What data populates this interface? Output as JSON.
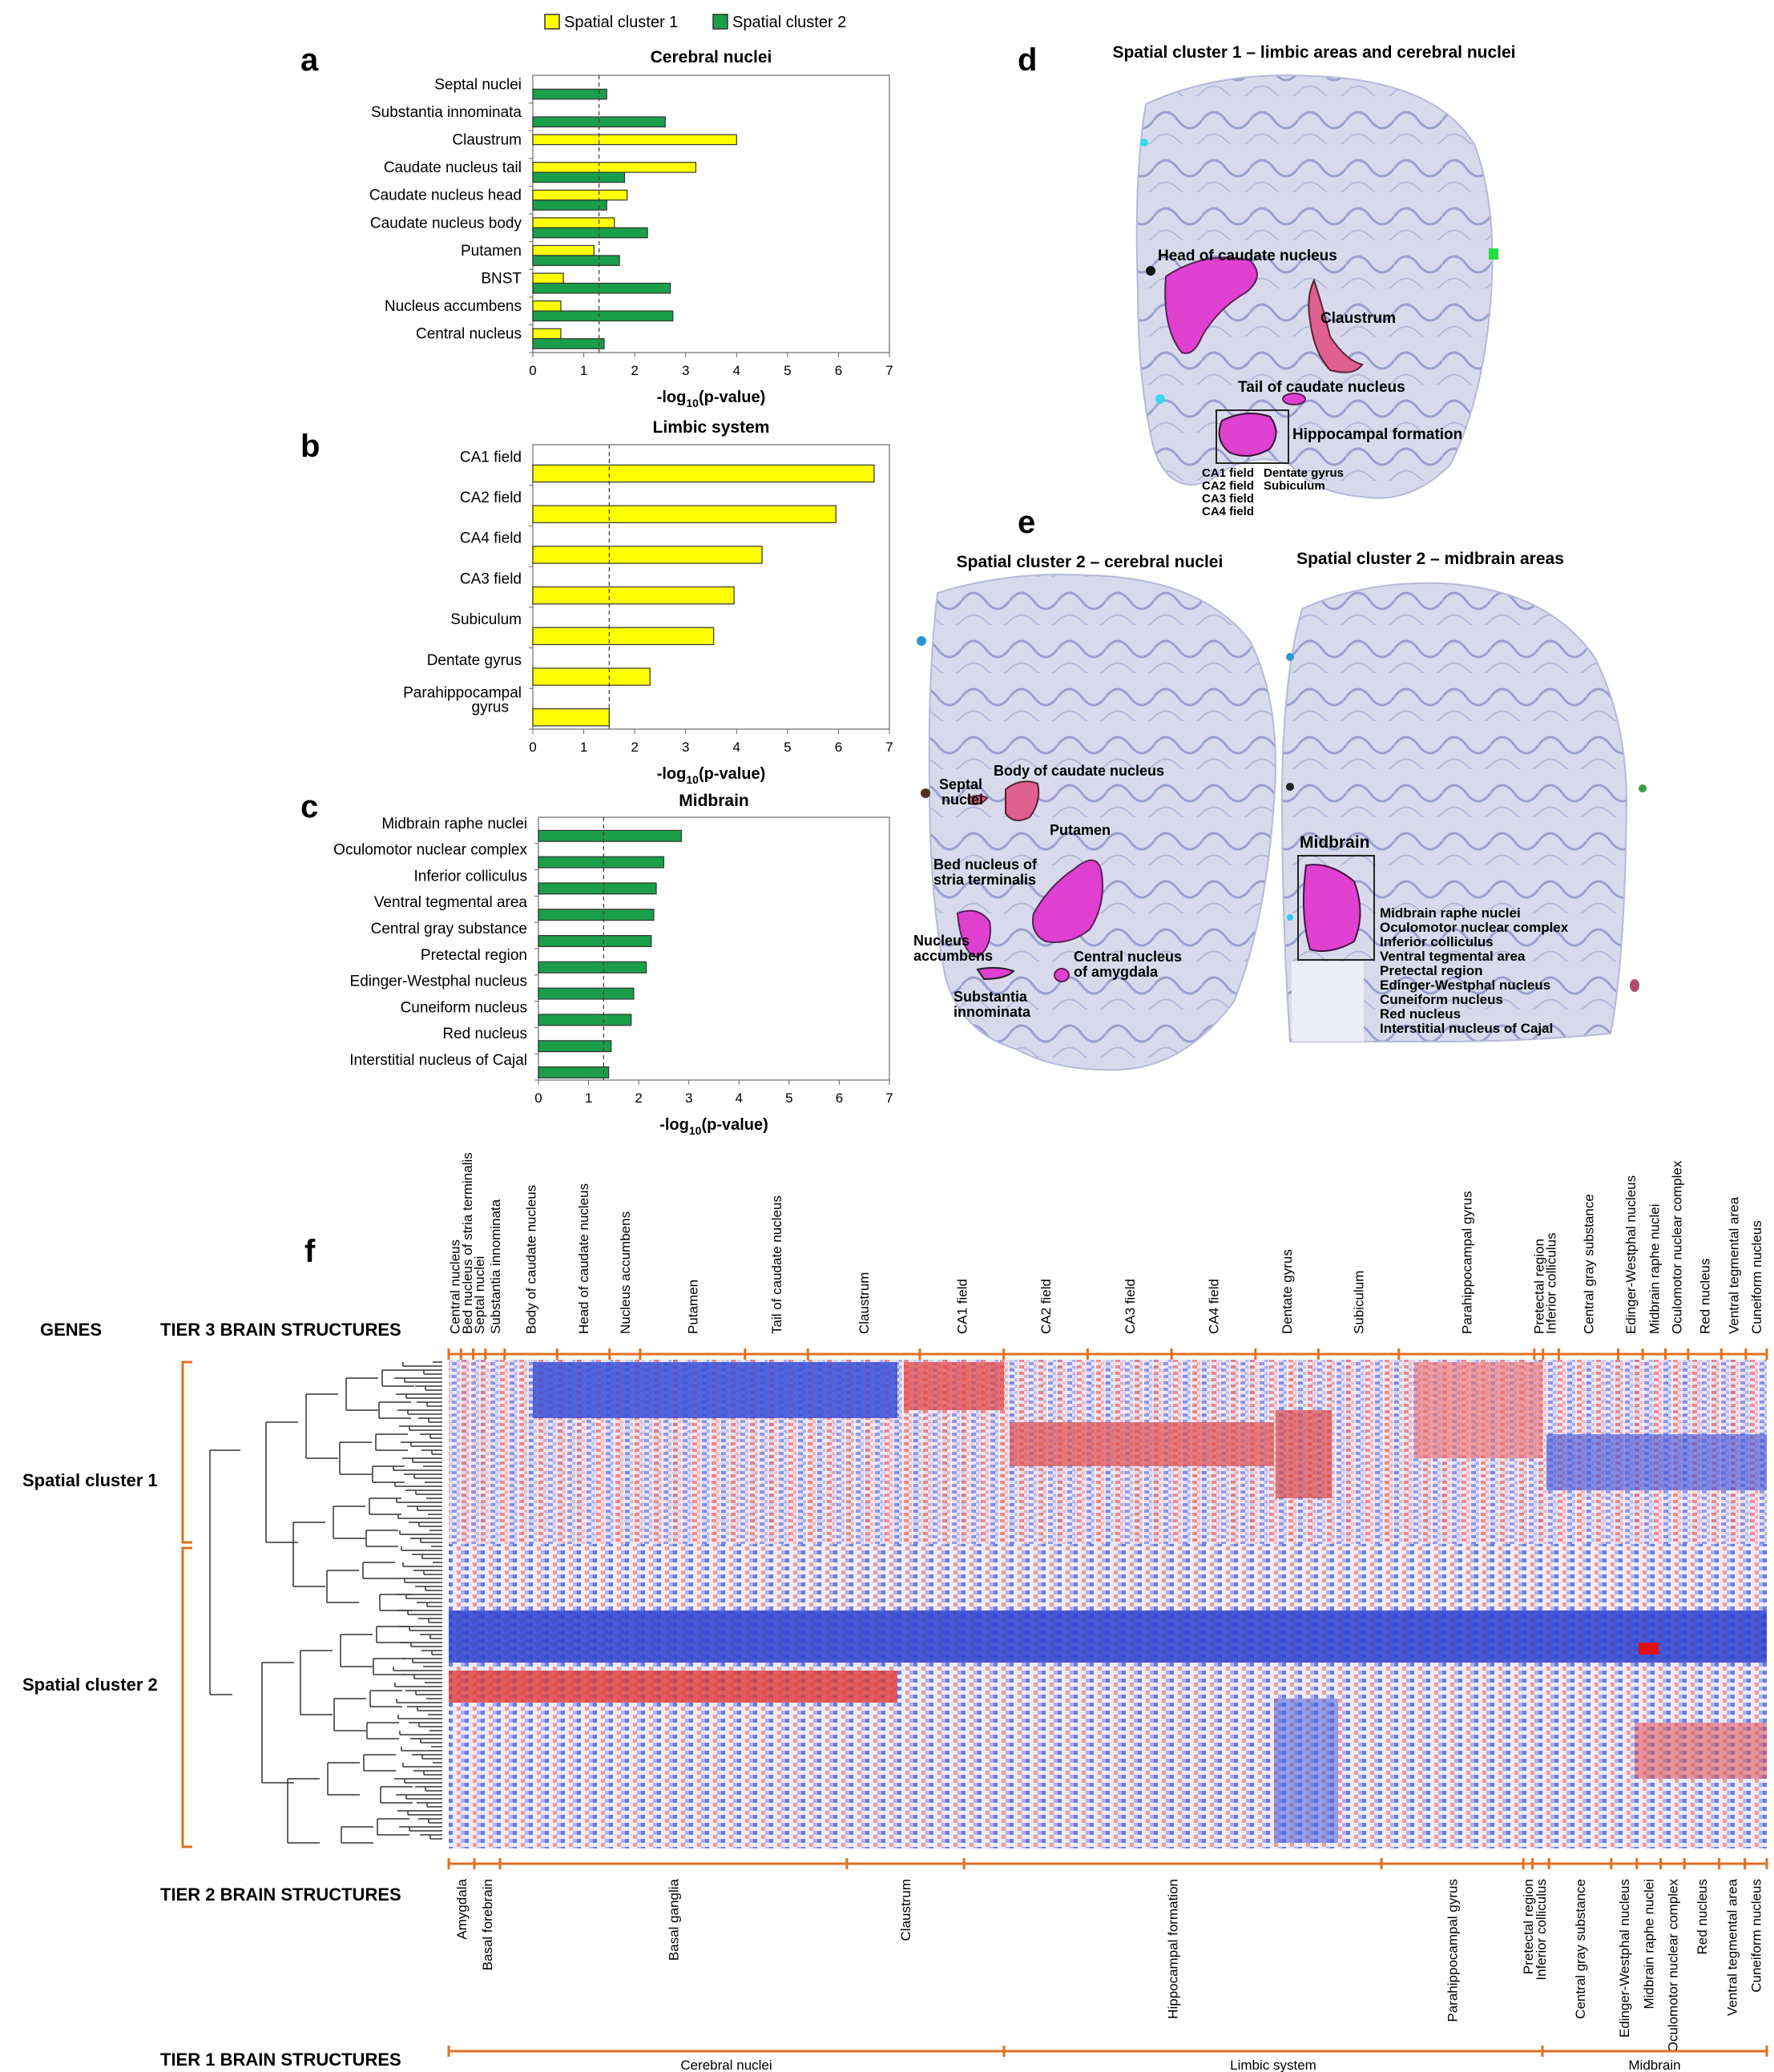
{
  "colors": {
    "spatial_cluster_1": "#ffff00",
    "spatial_cluster_2": "#1a9e4a",
    "bar_stroke": "#333333",
    "threshold_line": "#444444",
    "bracket": "#e07020",
    "heat_high": "#e03030",
    "heat_low": "#2040d0",
    "brain_tissue": "#d6d8ec",
    "region_magenta": "#e040d0",
    "region_pink": "#e06090"
  },
  "legend": {
    "items": [
      {
        "label": "Spatial cluster 1",
        "color": "#ffff00"
      },
      {
        "label": "Spatial cluster 2",
        "color": "#1a9e4a"
      }
    ]
  },
  "panels": {
    "a": {
      "letter": "a",
      "title": "Cerebral nuclei"
    },
    "b": {
      "letter": "b",
      "title": "Limbic system"
    },
    "c": {
      "letter": "c",
      "title": "Midbrain"
    },
    "d": {
      "letter": "d",
      "title": "Spatial cluster 1 – limbic areas and cerebral nuclei",
      "labels": {
        "head_caudate": "Head of caudate nucleus",
        "claustrum": "Claustrum",
        "tail_caudate": "Tail of caudate nucleus",
        "hippocampal": "Hippocampal formation",
        "ca1": "CA1 field",
        "ca2": "CA2 field",
        "ca3": "CA3 field",
        "ca4": "CA4 field",
        "dentate": "Dentate gyrus",
        "subiculum": "Subiculum"
      }
    },
    "e": {
      "letter": "e",
      "title_left": "Spatial cluster 2 – cerebral nuclei",
      "title_right": "Spatial cluster 2 – midbrain areas",
      "labels": {
        "septal": "Septal",
        "nuclei": "nuclei",
        "body_caudate": "Body of caudate nucleus",
        "putamen": "Putamen",
        "bnst1": "Bed nucleus of",
        "bnst2": "stria terminalis",
        "nacc1": "Nucleus",
        "nacc2": "accumbens",
        "central1": "Central nucleus",
        "central2": "of amygdala",
        "subst1": "Substantia",
        "subst2": "innominata",
        "midbrain": "Midbrain"
      },
      "midbrain_list": [
        "Midbrain raphe nuclei",
        "Oculomotor nuclear complex",
        "Inferior colliculus",
        "Ventral tegmental area",
        "Pretectal region",
        "Edinger-Westphal nucleus",
        "Cuneiform nucleus",
        "Red nucleus",
        "Interstitial nucleus of Cajal"
      ]
    },
    "f": {
      "letter": "f",
      "genes_label": "GENES",
      "tier3_label": "TIER 3 BRAIN STRUCTURES",
      "tier2_label": "TIER 2 BRAIN STRUCTURES",
      "tier1_label": "TIER 1 BRAIN STRUCTURES",
      "cluster1_label": "Spatial cluster 1",
      "cluster2_label": "Spatial cluster 2",
      "tier3": [
        "Central nucleus",
        "Bed nucleus of stria terminalis",
        "Septal nuclei",
        "Substantia innominata",
        "Body of caudate nucleus",
        "Head of caudate nucleus",
        "Nucleus accumbens",
        "Putamen",
        "Tail of caudate nucleus",
        "Claustrum",
        "CA1 field",
        "CA2 field",
        "CA3 field",
        "CA4 field",
        "Dentate gyrus",
        "Subiculum",
        "Parahippocampal gyrus",
        "Pretectal region",
        "Inferior colliculus",
        "Central gray substance",
        "Edinger-Westphal nucleus",
        "Midbrain raphe nuclei",
        "Oculomotor nuclear complex",
        "Red nucleus",
        "Ventral tegmental area",
        "Cuneiform nucleus"
      ],
      "tier2": [
        "Amygdala",
        "Basal forebrain",
        "Basal ganglia",
        "Claustrum",
        "Hippocampal formation",
        "Parahippocampal gyrus",
        "Pretectal region",
        "Inferior colliculus",
        "Central gray substance",
        "Edinger-Westphal nucleus",
        "Midbrain raphe nuclei",
        "Oculomotor nuclear complex",
        "Red nucleus",
        "Ventral tegmental area",
        "Cuneiform nucleus"
      ],
      "tier1": [
        "Cerebral nuclei",
        "Limbic system",
        "Midbrain"
      ]
    }
  },
  "chart_data": [
    {
      "type": "bar",
      "orientation": "horizontal",
      "title": "Cerebral nuclei",
      "xlabel": "-log10(p-value)",
      "xlim": [
        0,
        7
      ],
      "xticks": [
        0,
        1,
        2,
        3,
        4,
        5,
        6,
        7
      ],
      "threshold": 1.3,
      "categories": [
        "Septal nuclei",
        "Substantia innominata",
        "Claustrum",
        "Caudate nucleus tail",
        "Caudate nucleus head",
        "Caudate nucleus body",
        "Putamen",
        "BNST",
        "Nucleus accumbens",
        "Central nucleus"
      ],
      "series": [
        {
          "name": "Spatial cluster 1",
          "values": [
            null,
            null,
            4.0,
            3.2,
            1.85,
            1.6,
            1.2,
            0.6,
            0.55,
            0.55
          ]
        },
        {
          "name": "Spatial cluster 2",
          "values": [
            1.45,
            2.6,
            null,
            1.8,
            1.45,
            2.25,
            1.7,
            2.7,
            2.75,
            1.4
          ]
        }
      ]
    },
    {
      "type": "bar",
      "orientation": "horizontal",
      "title": "Limbic system",
      "xlabel": "-log10(p-value)",
      "xlim": [
        0,
        7
      ],
      "xticks": [
        0,
        1,
        2,
        3,
        4,
        5,
        6,
        7
      ],
      "threshold": 1.5,
      "categories": [
        "CA1 field",
        "CA2 field",
        "CA4 field",
        "CA3 field",
        "Subiculum",
        "Dentate gyrus",
        "Parahippocampal gyrus"
      ],
      "category_lines": [
        [
          "CA1 field"
        ],
        [
          "CA2 field"
        ],
        [
          "CA4 field"
        ],
        [
          "CA3 field"
        ],
        [
          "Subiculum"
        ],
        [
          "Dentate gyrus"
        ],
        [
          "Parahippocampal",
          "gyrus"
        ]
      ],
      "series": [
        {
          "name": "Spatial cluster 1",
          "values": [
            6.7,
            5.95,
            4.5,
            3.95,
            3.55,
            2.3,
            1.5
          ]
        }
      ]
    },
    {
      "type": "bar",
      "orientation": "horizontal",
      "title": "Midbrain",
      "xlabel": "-log10(p-value)",
      "xlim": [
        0,
        7
      ],
      "xticks": [
        0,
        1,
        2,
        3,
        4,
        5,
        6,
        7
      ],
      "threshold": 1.3,
      "categories": [
        "Midbrain raphe nuclei",
        "Oculomotor nuclear complex",
        "Inferior colliculus",
        "Ventral tegmental area",
        "Central gray substance",
        "Pretectal region",
        "Edinger-Westphal nucleus",
        "Cuneiform nucleus",
        "Red nucleus",
        "Interstitial nucleus of Cajal"
      ],
      "series": [
        {
          "name": "Spatial cluster 2",
          "values": [
            2.85,
            2.5,
            2.35,
            2.3,
            2.25,
            2.15,
            1.9,
            1.85,
            1.45,
            1.4
          ]
        }
      ]
    }
  ]
}
